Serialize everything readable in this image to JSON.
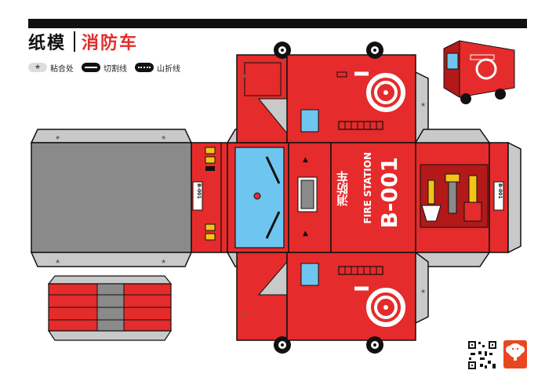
{
  "header": {
    "title": "纸模",
    "subtitle": "消防车"
  },
  "legend": [
    {
      "icon": "star-icon",
      "label": "粘合处"
    },
    {
      "icon": "cut-line-icon",
      "label": "切割线"
    },
    {
      "icon": "fold-line-icon",
      "label": "山折线"
    }
  ],
  "truck": {
    "name_cn": "消防车",
    "station": "FIRE STATION",
    "number": "B-001",
    "plate": "B-001"
  },
  "colors": {
    "body_red": "#e52b2b",
    "dark_red": "#b31919",
    "glass_blue": "#6ec6f0",
    "grey": "#8a8a8a",
    "light_grey": "#c9c9c9",
    "yellow": "#f4c318",
    "black": "#111111"
  }
}
